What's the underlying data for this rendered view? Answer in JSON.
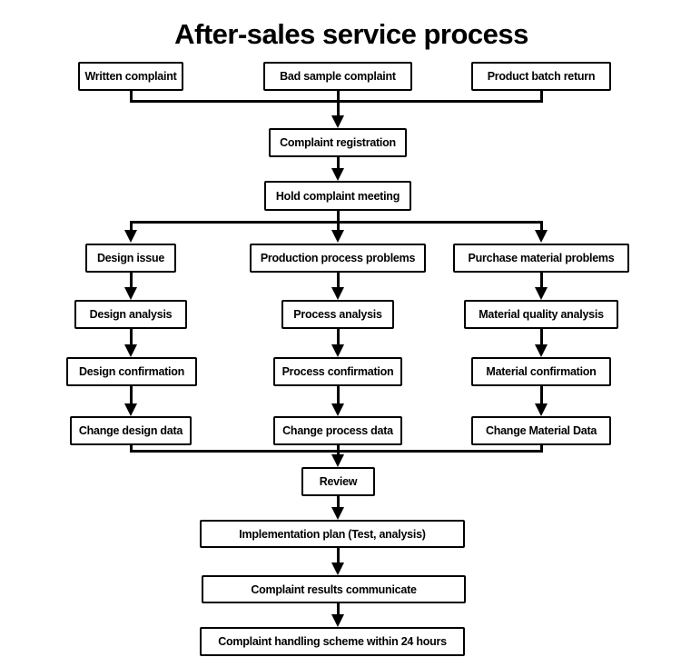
{
  "title": "After-sales service process",
  "colors": {
    "line": "#000000",
    "text": "#000000",
    "node_fill": "#ffffff",
    "background": "#ffffff"
  },
  "nodes": [
    {
      "id": "written-complaint",
      "label": "Written complaint"
    },
    {
      "id": "bad-sample-complaint",
      "label": "Bad sample complaint"
    },
    {
      "id": "product-batch-return",
      "label": "Product batch return"
    },
    {
      "id": "complaint-registration",
      "label": "Complaint registration"
    },
    {
      "id": "hold-complaint-meeting",
      "label": "Hold complaint meeting"
    },
    {
      "id": "design-issue",
      "label": "Design issue"
    },
    {
      "id": "production-process-problems",
      "label": "Production process problems"
    },
    {
      "id": "purchase-material-problems",
      "label": "Purchase material problems"
    },
    {
      "id": "design-analysis",
      "label": "Design analysis"
    },
    {
      "id": "process-analysis",
      "label": "Process analysis"
    },
    {
      "id": "material-quality-analysis",
      "label": "Material quality analysis"
    },
    {
      "id": "design-confirmation",
      "label": "Design confirmation"
    },
    {
      "id": "process-confirmation",
      "label": "Process confirmation"
    },
    {
      "id": "material-confirmation",
      "label": "Material confirmation"
    },
    {
      "id": "change-design-data",
      "label": "Change design data"
    },
    {
      "id": "change-process-data",
      "label": "Change process data"
    },
    {
      "id": "change-material-data",
      "label": "Change Material Data"
    },
    {
      "id": "review",
      "label": "Review"
    },
    {
      "id": "implementation-plan",
      "label": "Implementation plan (Test, analysis)"
    },
    {
      "id": "complaint-results-communicate",
      "label": "Complaint results communicate"
    },
    {
      "id": "complaint-handling-scheme",
      "label": "Complaint handling scheme within 24 hours"
    }
  ]
}
